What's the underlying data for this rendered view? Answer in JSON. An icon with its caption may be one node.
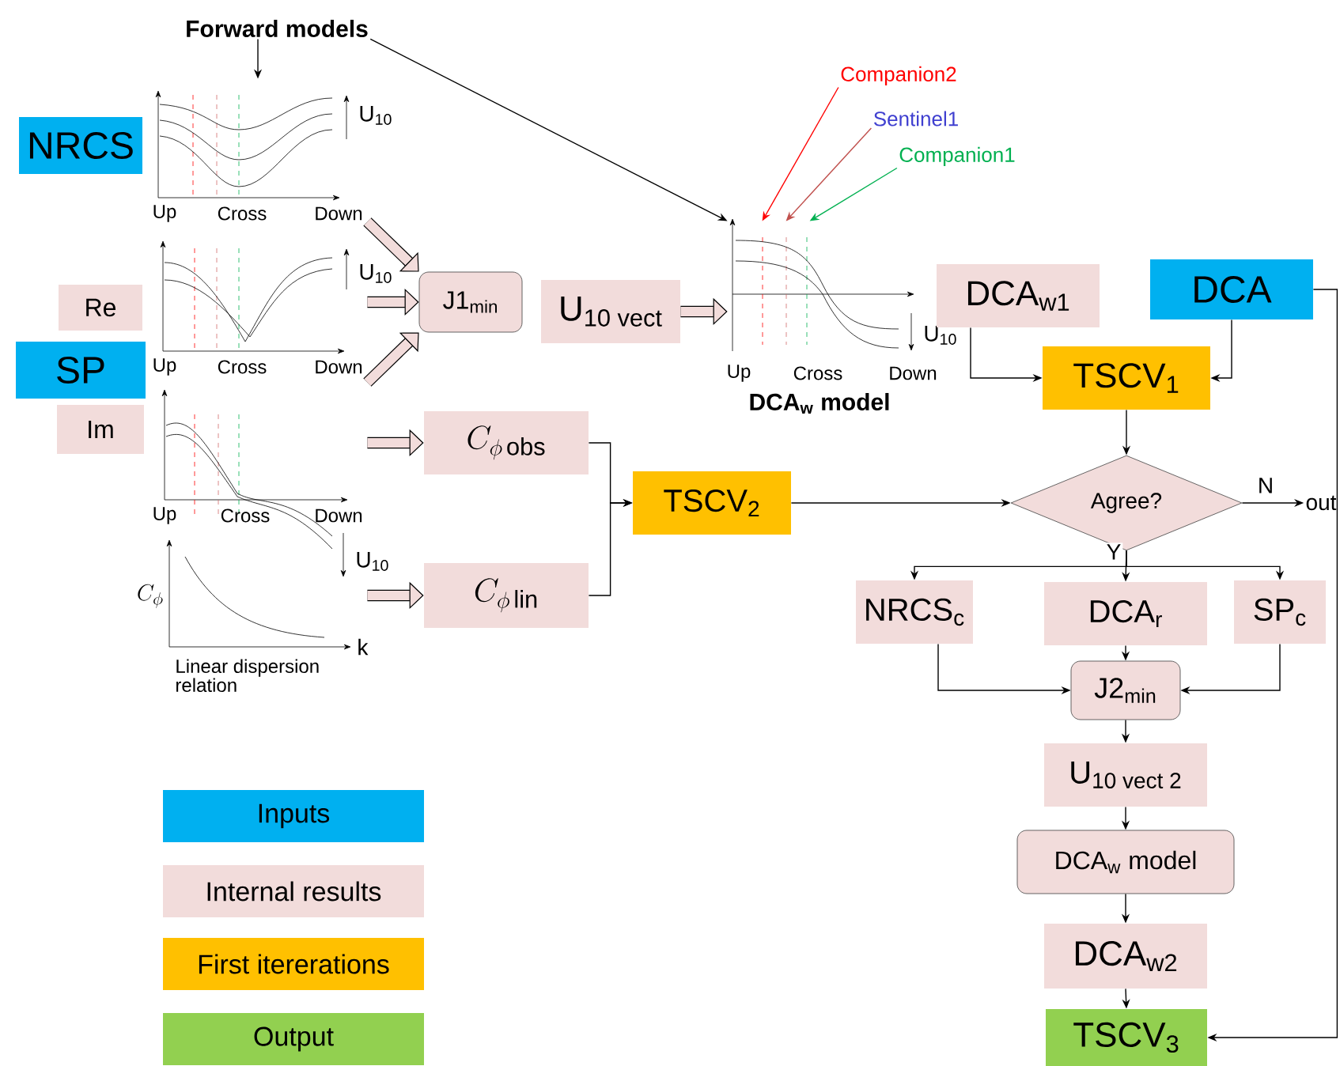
{
  "diagram": {
    "nodes": [
      {
        "text": [
          "Forward models"
        ]
      },
      {
        "text": [
          "NRCS"
        ]
      },
      {
        "text": [
          "Up",
          "Cross",
          "Down"
        ],
        "beside": [
          "U$_{10}$"
        ]
      },
      {
        "text": [
          "Re"
        ]
      },
      {
        "text": [
          "SP"
        ]
      },
      {
        "text": [
          "Up",
          "Cross",
          "Down"
        ],
        "beside": [
          "U$_{10}$"
        ]
      },
      {
        "text": [
          "Im"
        ]
      },
      {
        "text": [
          "Up",
          "Cross",
          "Down"
        ],
        "beside": [
          "U$_{10}$"
        ]
      },
      {
        "text": [
          "C_{\\phi}",
          "k",
          "Linear dispersion relation"
        ]
      },
      {
        "text": [
          "J1$_{min}$"
        ]
      },
      {
        "text": [
          "U$_{10 vect}$"
        ]
      },
      {
        "text": [
          "Companion2"
        ]
      },
      {
        "text": [
          "Sentinel1"
        ]
      },
      {
        "text": [
          "Companion1"
        ]
      },
      {
        "text": [
          "Up",
          "Cross",
          "Down"
        ],
        "beside": [
          "U$_{10}$",
          "DCA$_{w}$ model"
        ]
      },
      {
        "text": [
          "DCA$_{w1}$"
        ]
      },
      {
        "text": [
          "DCA"
        ]
      },
      {
        "text": [
          "TSCV$_{1}$"
        ]
      },
      {
        "text": [
          "C_{\\phi\\,\\mathrm{obs}}"
        ]
      },
      {
        "text": [
          "C_{\\phi\\,\\mathrm{lin}}"
        ]
      },
      {
        "text": [
          "TSCV$_{2}$"
        ]
      },
      {
        "text": [
          "Agree?"
        ]
      },
      {
        "text": [
          "out"
        ]
      },
      {
        "text": [
          "NRCS$_{c}$"
        ]
      },
      {
        "text": [
          "DCA$_{r}$"
        ]
      },
      {
        "text": [
          "SP$_{c}$"
        ]
      },
      {
        "text": [
          "J2$_{min}$"
        ]
      },
      {
        "text": [
          "U$_{10 vect 2}$"
        ]
      },
      {
        "text": [
          "DCA$_{w}$ model"
        ]
      },
      {
        "text": [
          "DCA$_{w2}$"
        ]
      },
      {
        "text": [
          "TSCV$_{3}$"
        ]
      }
    ],
    "edges": [
      {
        "from": 0,
        "to": 2,
        "arrow": "to"
      },
      {
        "from": 0,
        "to": 14,
        "arrow": "to"
      },
      {
        "from": 2,
        "to": 9,
        "arrow": "to",
        "style": "thick"
      },
      {
        "from": 5,
        "to": 9,
        "arrow": "to",
        "style": "thick"
      },
      {
        "from": 7,
        "to": 9,
        "arrow": "to",
        "style": "thick"
      },
      {
        "from": 7,
        "to": 18,
        "arrow": "to",
        "style": "thick"
      },
      {
        "from": 8,
        "to": 19,
        "arrow": "to",
        "style": "thick"
      },
      {
        "from": 10,
        "to": 14,
        "arrow": "to",
        "style": "thick"
      },
      {
        "from": 11,
        "to": 14,
        "arrow": "to",
        "color": "#ff0000"
      },
      {
        "from": 12,
        "to": 14,
        "arrow": "to",
        "color": "#c0504d"
      },
      {
        "from": 13,
        "to": 14,
        "arrow": "to",
        "color": "#00b050"
      },
      {
        "from": 15,
        "to": 17,
        "arrow": "to"
      },
      {
        "from": 16,
        "to": 17,
        "arrow": "to"
      },
      {
        "from": 17,
        "to": 21,
        "arrow": "to"
      },
      {
        "from": 18,
        "to": 20,
        "arrow": "to"
      },
      {
        "from": 19,
        "to": 20,
        "arrow": "to"
      },
      {
        "from": 20,
        "to": 21,
        "arrow": "to"
      },
      {
        "from": 21,
        "to": 22,
        "arrow": "to",
        "label": "N"
      },
      {
        "from": 21,
        "to": 23,
        "arrow": "to"
      },
      {
        "from": 21,
        "to": 24,
        "arrow": "to",
        "label": "Y"
      },
      {
        "from": 21,
        "to": 25,
        "arrow": "to"
      },
      {
        "from": 23,
        "to": 26,
        "arrow": "to"
      },
      {
        "from": 24,
        "to": 26,
        "arrow": "to"
      },
      {
        "from": 25,
        "to": 26,
        "arrow": "to"
      },
      {
        "from": 26,
        "to": 27,
        "arrow": "to"
      },
      {
        "from": 27,
        "to": 28,
        "arrow": "to"
      },
      {
        "from": 28,
        "to": 29,
        "arrow": "to"
      },
      {
        "from": 29,
        "to": 30,
        "arrow": "to"
      },
      {
        "from": 16,
        "to": 30,
        "arrow": "to"
      }
    ],
    "legend": [
      {
        "text": "Inputs",
        "color": "#00b0f0"
      },
      {
        "text": "Internal results",
        "color": "#f2dcdb"
      },
      {
        "text": "First itererations",
        "color": "#ffc000"
      },
      {
        "text": "Output",
        "color": "#92d050"
      }
    ]
  }
}
